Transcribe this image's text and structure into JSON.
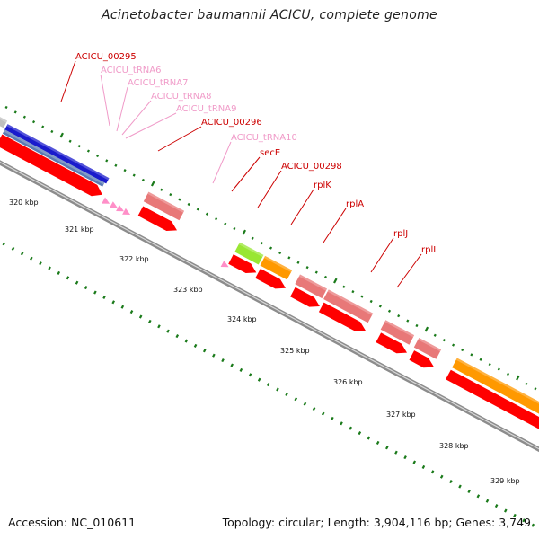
{
  "title": "Acinetobacter baumannii ACICU, complete genome",
  "footer": {
    "accession": "Accession: NC_010611",
    "stats": "Topology: circular; Length: 3,904,116 bp; Genes: 3,749"
  },
  "colors": {
    "backbone": "#8c8c8c",
    "tick": "#1a7a1a",
    "cds": "#ff0000",
    "trna": "#ff8fc8",
    "pink_gene": "#e87878",
    "orange_gene": "#ff9900",
    "green_gene": "#99e633",
    "blue_gene": "#1a1acc",
    "steel_gene": "#5a7ab4",
    "label_red": "#cc0000",
    "label_pink": "#f09ac8"
  },
  "scale": {
    "unit": "kbp",
    "labels": [
      {
        "value": 320,
        "text": "320 kbp"
      },
      {
        "value": 321,
        "text": "321 kbp"
      },
      {
        "value": 322,
        "text": "322 kbp"
      },
      {
        "value": 323,
        "text": "323 kbp"
      },
      {
        "value": 324,
        "text": "324 kbp"
      },
      {
        "value": 325,
        "text": "325 kbp"
      },
      {
        "value": 326,
        "text": "326 kbp"
      },
      {
        "value": 327,
        "text": "327 kbp"
      },
      {
        "value": 328,
        "text": "328 kbp"
      },
      {
        "value": 329,
        "text": "329 kbp"
      }
    ]
  },
  "genes": [
    {
      "name": "ACICU_00295",
      "label_color": "red"
    },
    {
      "name": "ACICU_tRNA6",
      "label_color": "pink"
    },
    {
      "name": "ACICU_tRNA7",
      "label_color": "pink"
    },
    {
      "name": "ACICU_tRNA8",
      "label_color": "pink"
    },
    {
      "name": "ACICU_tRNA9",
      "label_color": "pink"
    },
    {
      "name": "ACICU_00296",
      "label_color": "red"
    },
    {
      "name": "ACICU_tRNA10",
      "label_color": "pink"
    },
    {
      "name": "secE",
      "label_color": "red"
    },
    {
      "name": "ACICU_00298",
      "label_color": "red"
    },
    {
      "name": "rplK",
      "label_color": "red"
    },
    {
      "name": "rplA",
      "label_color": "red"
    },
    {
      "name": "rplJ",
      "label_color": "red"
    },
    {
      "name": "rplL",
      "label_color": "red"
    }
  ]
}
